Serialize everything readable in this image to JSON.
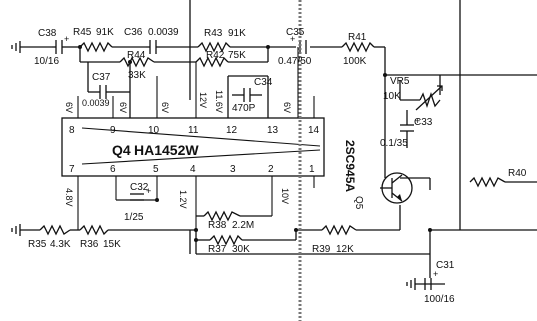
{
  "ic": {
    "ref": "Q4",
    "part": "HA1452W",
    "pins_top": [
      "8",
      "9",
      "10",
      "11",
      "12",
      "13",
      "14"
    ],
    "pins_bottom": [
      "7",
      "6",
      "5",
      "4",
      "3",
      "2",
      "1"
    ],
    "pin_voltages_top": [
      "6V",
      "6V",
      "6V",
      "12V",
      "11.6V",
      "6V"
    ],
    "pin_voltages_bottom": [
      "4.8V",
      "1.2V",
      "10V"
    ]
  },
  "components": {
    "c38": {
      "ref": "C38",
      "value": "10/16"
    },
    "r45": {
      "ref": "R45",
      "value": "91K"
    },
    "c36": {
      "ref": "C36",
      "value": "0.0039"
    },
    "r43": {
      "ref": "R43",
      "value": "91K"
    },
    "c35": {
      "ref": "C35",
      "value": "0.47/50"
    },
    "r41": {
      "ref": "R41",
      "value": "100K"
    },
    "r44": {
      "ref": "R44",
      "value": "33K"
    },
    "r42": {
      "ref": "R42",
      "value": "75K"
    },
    "c37": {
      "ref": "C37",
      "value": "0.0039"
    },
    "c34": {
      "ref": "C34",
      "value": "470P"
    },
    "vr": {
      "ref": "VR5",
      "value": "10K"
    },
    "c33": {
      "ref": "C33",
      "value": "0.1/35"
    },
    "q5": {
      "ref": "Q5",
      "part": "2SC945A"
    },
    "c32": {
      "ref": "C32",
      "value": "1/25"
    },
    "r38": {
      "ref": "R38",
      "value": "2.2M"
    },
    "r37": {
      "ref": "R37",
      "value": "30K"
    },
    "r39": {
      "ref": "R39",
      "value": "12K"
    },
    "r35": {
      "ref": "R35",
      "value": "4.3K"
    },
    "r36": {
      "ref": "R36",
      "value": "15K"
    },
    "c31": {
      "ref": "C31",
      "value": "100/16"
    },
    "r40": {
      "ref": "R40"
    }
  }
}
